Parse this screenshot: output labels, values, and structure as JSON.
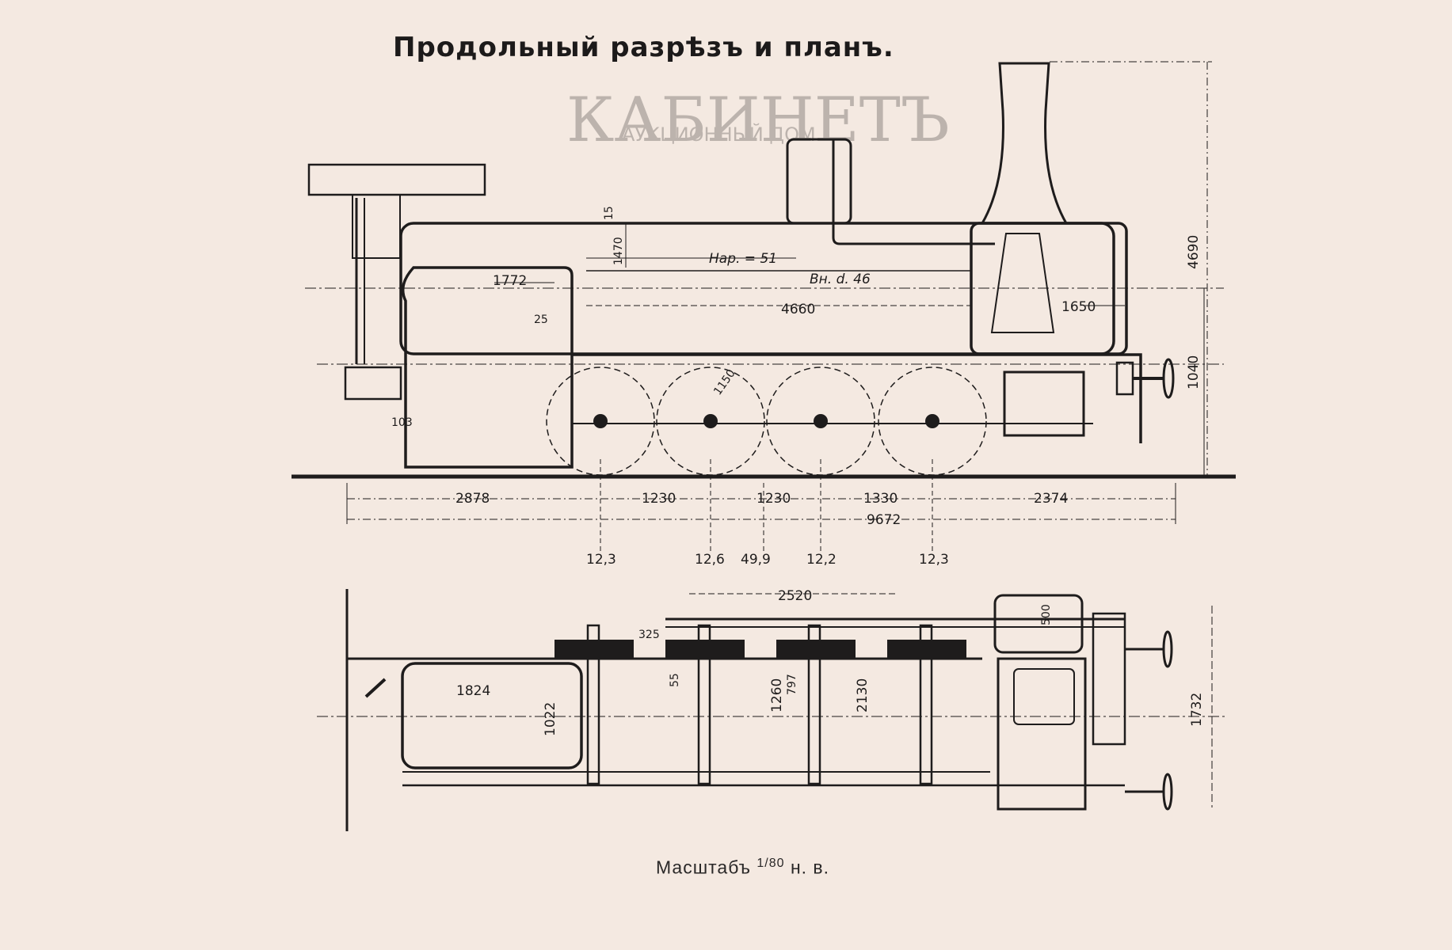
{
  "title": "Продольный разрѣзъ и планъ.",
  "watermark": {
    "name": "КАБИНЕТЪ",
    "subtitle": "АУКЦИОННЫЙ ДОМ"
  },
  "scale_caption": {
    "prefix": "Масштабъ",
    "ratio": "1/80",
    "suffix": "н. в."
  },
  "elevation_dims": {
    "height_total": "4690",
    "axis_height": "1040",
    "tube_length": "4660",
    "firebox_length": "1772",
    "smokebox_length": "1650",
    "wheel_diam": "1150",
    "offset_25": "25",
    "gap_103": "103",
    "gap_15": "15",
    "pitch_1470": "1470",
    "tube_outer": "Нар. = 51",
    "tube_inner": "Вн. d. 46"
  },
  "wheelbase": {
    "segments": [
      "2878",
      "1230",
      "1230",
      "1330",
      "2374"
    ],
    "total": "9672"
  },
  "axle_loads": [
    "12,3",
    "12,6",
    "49,9",
    "12,2",
    "12,3"
  ],
  "plan_dims": {
    "rod_span": "2520",
    "cyl_500": "500",
    "offset_325": "325",
    "offset_55": "55",
    "frame_1260": "1260",
    "frame_797": "797",
    "width_2130": "2130",
    "width_1732": "1732",
    "firebox_length": "1824",
    "firebox_width": "1022"
  }
}
